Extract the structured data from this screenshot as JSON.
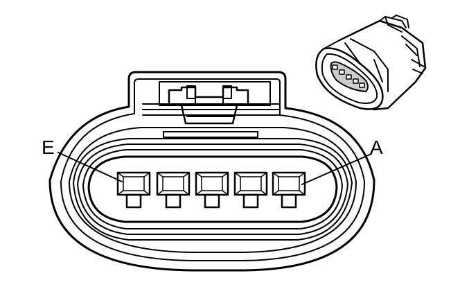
{
  "diagram": {
    "labels": {
      "pin_e": "E",
      "pin_a": "A"
    },
    "pin_count": 5,
    "colors": {
      "line": "#000000",
      "background": "#ffffff",
      "inset_gray": "#cccccc"
    }
  }
}
